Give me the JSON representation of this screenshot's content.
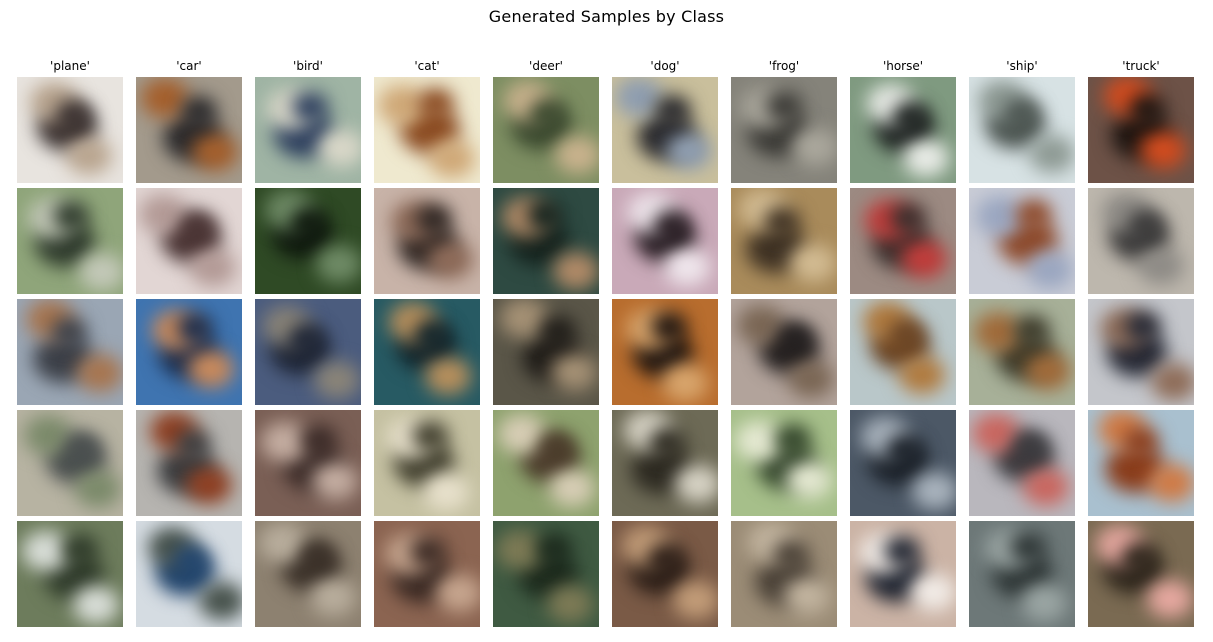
{
  "figure": {
    "title": "Generated Samples by Class",
    "rows": 5
  },
  "classes": [
    {
      "label": "'plane'",
      "samples": [
        {
          "palette": [
            "#e8e4df",
            "#3a3130",
            "#b9a58f"
          ]
        },
        {
          "palette": [
            "#8fa57a",
            "#2e3a2c",
            "#c3c8b8"
          ]
        },
        {
          "palette": [
            "#9aa6b4",
            "#3c4048",
            "#a7754f"
          ]
        },
        {
          "palette": [
            "#b7b3a2",
            "#4a4f4f",
            "#7b8a6a"
          ]
        },
        {
          "palette": [
            "#6d7c5c",
            "#2f3b2a",
            "#d8ddd7"
          ]
        }
      ]
    },
    {
      "label": "'car'",
      "samples": [
        {
          "palette": [
            "#a39a8c",
            "#2b2a2c",
            "#a45f2c"
          ]
        },
        {
          "palette": [
            "#e2d6d4",
            "#4a3434",
            "#b39a96"
          ]
        },
        {
          "palette": [
            "#3f74b0",
            "#1c2c4a",
            "#c98a5c"
          ]
        },
        {
          "palette": [
            "#b6b4b0",
            "#3b3c3e",
            "#8e3f22"
          ]
        },
        {
          "palette": [
            "#d5dce2",
            "#23466e",
            "#47524c"
          ]
        }
      ]
    },
    {
      "label": "'bird'",
      "samples": [
        {
          "palette": [
            "#9fb4a4",
            "#2d3f5e",
            "#d9d7c8"
          ]
        },
        {
          "palette": [
            "#2f4a25",
            "#101a0f",
            "#6f8b66"
          ]
        },
        {
          "palette": [
            "#4b5c7e",
            "#1f2636",
            "#8a8478"
          ]
        },
        {
          "palette": [
            "#7a5f55",
            "#3a2a27",
            "#c4ada1"
          ]
        },
        {
          "palette": [
            "#8d8170",
            "#3b3129",
            "#b8ad9c"
          ]
        }
      ]
    },
    {
      "label": "'cat'",
      "samples": [
        {
          "palette": [
            "#efe9cf",
            "#8b4b22",
            "#cfa877"
          ]
        },
        {
          "palette": [
            "#c8b3a8",
            "#2d2522",
            "#8d6a58"
          ]
        },
        {
          "palette": [
            "#275a63",
            "#14262c",
            "#b78f5c"
          ]
        },
        {
          "palette": [
            "#c5c1a2",
            "#3f3d2c",
            "#e7e0cb"
          ]
        },
        {
          "palette": [
            "#8b6451",
            "#3a2923",
            "#c6a58e"
          ]
        }
      ]
    },
    {
      "label": "'deer'",
      "samples": [
        {
          "palette": [
            "#7d8e62",
            "#3c4a30",
            "#c9b28d"
          ]
        },
        {
          "palette": [
            "#2e4a42",
            "#15231e",
            "#b18a67"
          ]
        },
        {
          "palette": [
            "#5a5648",
            "#201d19",
            "#a59175"
          ]
        },
        {
          "palette": [
            "#8ea26e",
            "#4b3c2b",
            "#d7cdb5"
          ]
        },
        {
          "palette": [
            "#3f5a42",
            "#1c2a1d",
            "#7d7a55"
          ]
        }
      ]
    },
    {
      "label": "'dog'",
      "samples": [
        {
          "palette": [
            "#c9bf9c",
            "#2a2a2e",
            "#8e9db0"
          ]
        },
        {
          "palette": [
            "#c9a9b8",
            "#261b21",
            "#efe6ec"
          ]
        },
        {
          "palette": [
            "#b86d2e",
            "#1f1510",
            "#d8a56c"
          ]
        },
        {
          "palette": [
            "#6d6a56",
            "#2e2b22",
            "#d6d2c4"
          ]
        },
        {
          "palette": [
            "#7a5a46",
            "#2e2019",
            "#c29c78"
          ]
        }
      ]
    },
    {
      "label": "'frog'",
      "samples": [
        {
          "palette": [
            "#85837a",
            "#3a3935",
            "#aaa79c"
          ]
        },
        {
          "palette": [
            "#a98b5b",
            "#3f3224",
            "#d2bb92"
          ]
        },
        {
          "palette": [
            "#b2a39b",
            "#242020",
            "#7a6654"
          ]
        },
        {
          "palette": [
            "#a6bf8a",
            "#33452b",
            "#e4e8d1"
          ]
        },
        {
          "palette": [
            "#9b8c76",
            "#4a4137",
            "#c2b49f"
          ]
        }
      ]
    },
    {
      "label": "'horse'",
      "samples": [
        {
          "palette": [
            "#7f9a80",
            "#1f2422",
            "#e8ebe6"
          ]
        },
        {
          "palette": [
            "#9c8a82",
            "#382e2c",
            "#c03c3a"
          ]
        },
        {
          "palette": [
            "#b9c7c9",
            "#6a4424",
            "#b07a3e"
          ]
        },
        {
          "palette": [
            "#4c5866",
            "#1c222a",
            "#a9b3bd"
          ]
        },
        {
          "palette": [
            "#cbb3a5",
            "#1f2430",
            "#f1ebe6"
          ]
        }
      ]
    },
    {
      "label": "'ship'",
      "samples": [
        {
          "palette": [
            "#d7e2e4",
            "#4d5652",
            "#8e9a94"
          ]
        },
        {
          "palette": [
            "#c9ccd6",
            "#8e4a2b",
            "#9aa6c0"
          ]
        },
        {
          "palette": [
            "#a7b098",
            "#3c3a2a",
            "#a06a39"
          ]
        },
        {
          "palette": [
            "#b9b7bd",
            "#3b3a3e",
            "#c9665f"
          ]
        },
        {
          "palette": [
            "#6d7878",
            "#2c3434",
            "#9aa5a3"
          ]
        }
      ]
    },
    {
      "label": "'truck'",
      "samples": [
        {
          "palette": [
            "#6d5247",
            "#1e1612",
            "#d24c1f"
          ]
        },
        {
          "palette": [
            "#bdb7ad",
            "#3b3a3a",
            "#8e8b86"
          ]
        },
        {
          "palette": [
            "#c4c6cb",
            "#252834",
            "#8e6c58"
          ]
        },
        {
          "palette": [
            "#a9c0cf",
            "#8a3d1c",
            "#cf7a45"
          ]
        },
        {
          "palette": [
            "#7a6a52",
            "#2f271d",
            "#e6a8a0"
          ]
        }
      ]
    }
  ]
}
